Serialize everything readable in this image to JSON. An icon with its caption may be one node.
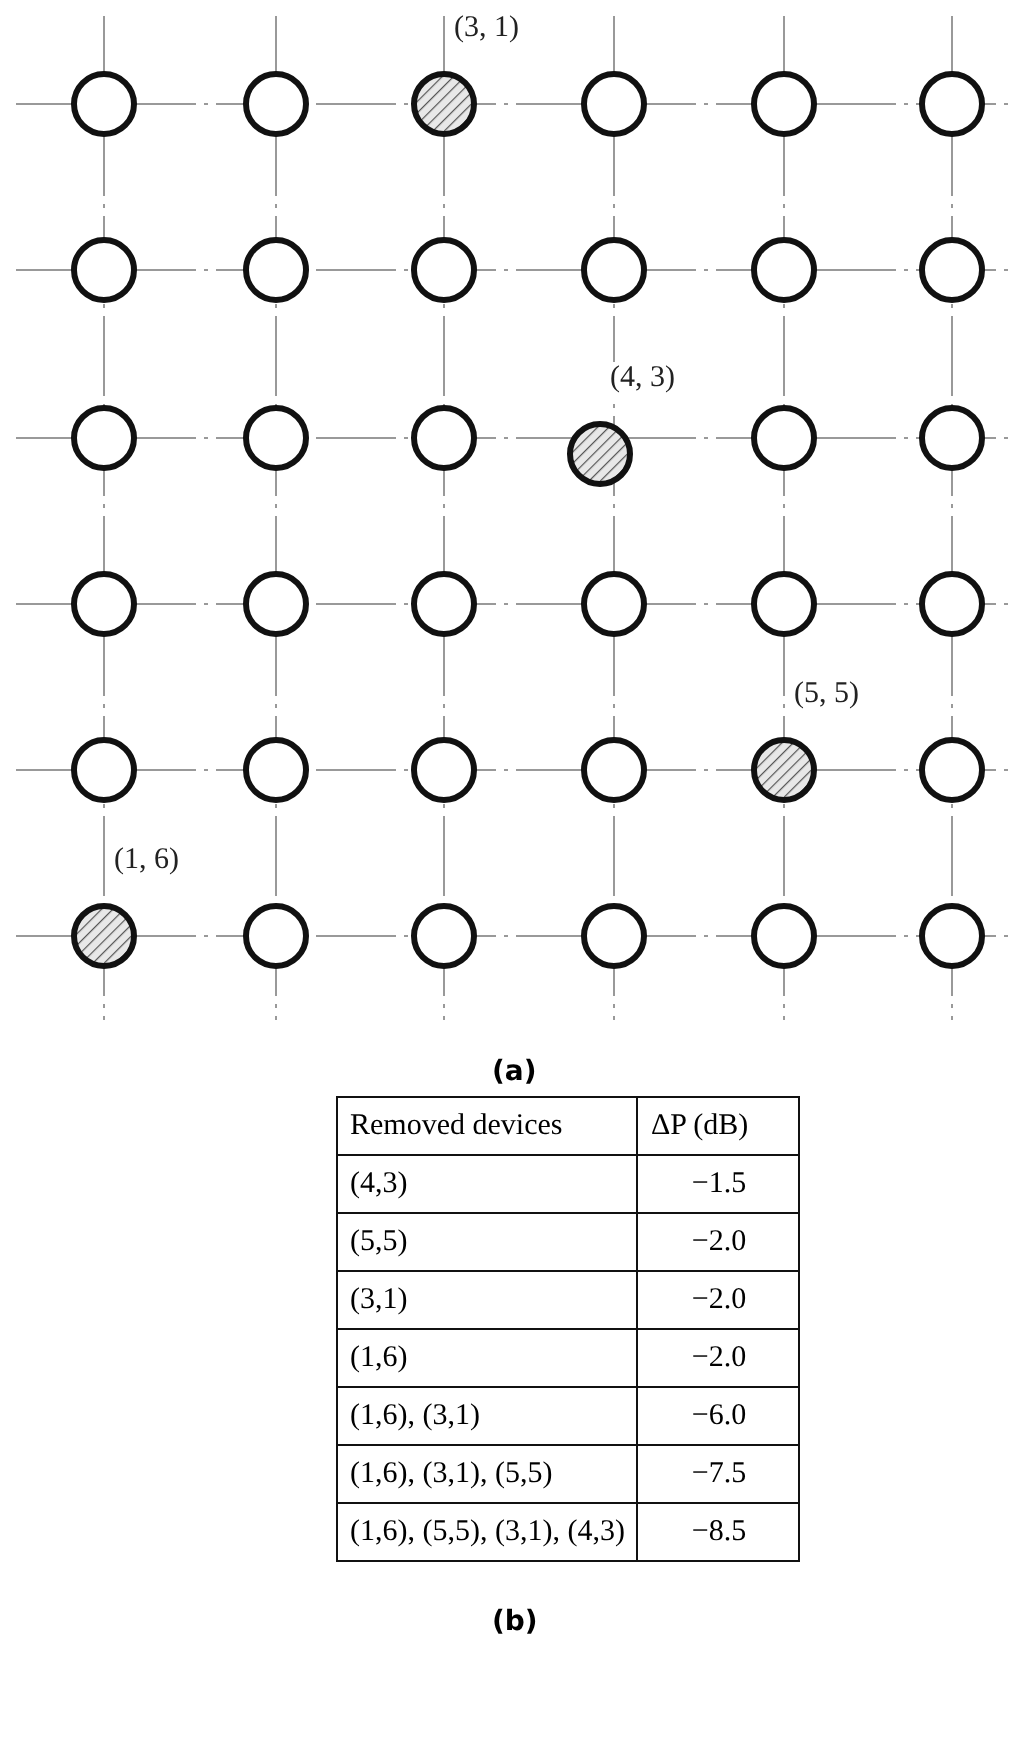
{
  "diagram": {
    "nodes": [
      {
        "text": [],
        "shape": "circle"
      },
      {
        "text": [],
        "shape": "circle"
      },
      {
        "text": [],
        "shape": "circle",
        "beside": [
          "(3, 1)"
        ]
      },
      {
        "text": [],
        "shape": "circle"
      },
      {
        "text": [],
        "shape": "circle"
      },
      {
        "text": [],
        "shape": "circle"
      },
      {
        "text": [],
        "shape": "circle"
      },
      {
        "text": [],
        "shape": "circle"
      },
      {
        "text": [],
        "shape": "circle"
      },
      {
        "text": [],
        "shape": "circle"
      },
      {
        "text": [],
        "shape": "circle"
      },
      {
        "text": [],
        "shape": "circle"
      },
      {
        "text": [],
        "shape": "circle"
      },
      {
        "text": [],
        "shape": "circle"
      },
      {
        "text": [],
        "shape": "circle"
      },
      {
        "text": [],
        "shape": "circle",
        "beside": [
          "(4, 3)"
        ]
      },
      {
        "text": [],
        "shape": "circle"
      },
      {
        "text": [],
        "shape": "circle"
      },
      {
        "text": [],
        "shape": "circle"
      },
      {
        "text": [],
        "shape": "circle"
      },
      {
        "text": [],
        "shape": "circle"
      },
      {
        "text": [],
        "shape": "circle"
      },
      {
        "text": [],
        "shape": "circle"
      },
      {
        "text": [],
        "shape": "circle"
      },
      {
        "text": [],
        "shape": "circle"
      },
      {
        "text": [],
        "shape": "circle"
      },
      {
        "text": [],
        "shape": "circle"
      },
      {
        "text": [],
        "shape": "circle"
      },
      {
        "text": [],
        "shape": "circle",
        "beside": [
          "(5, 5)"
        ]
      },
      {
        "text": [],
        "shape": "circle"
      },
      {
        "text": [],
        "shape": "circle",
        "beside": [
          "(1, 6)"
        ]
      },
      {
        "text": [],
        "shape": "circle"
      },
      {
        "text": [],
        "shape": "circle"
      },
      {
        "text": [],
        "shape": "circle"
      },
      {
        "text": [],
        "shape": "circle"
      },
      {
        "text": [],
        "shape": "circle"
      }
    ],
    "labels": [
      "(a)",
      "Removed devices",
      "ΔP (dB)",
      "(4,3)",
      "−1.5",
      "(5,5)",
      "−2.0",
      "(3,1)",
      "−2.0",
      "(1,6)",
      "−2.0",
      "(1,6), (3,1)",
      "−6.0",
      "(1,6), (3,1), (5,5)",
      "−7.5",
      "(1,6), (5,5), (3,1), (4,3)",
      "−8.5",
      "(b)"
    ]
  }
}
